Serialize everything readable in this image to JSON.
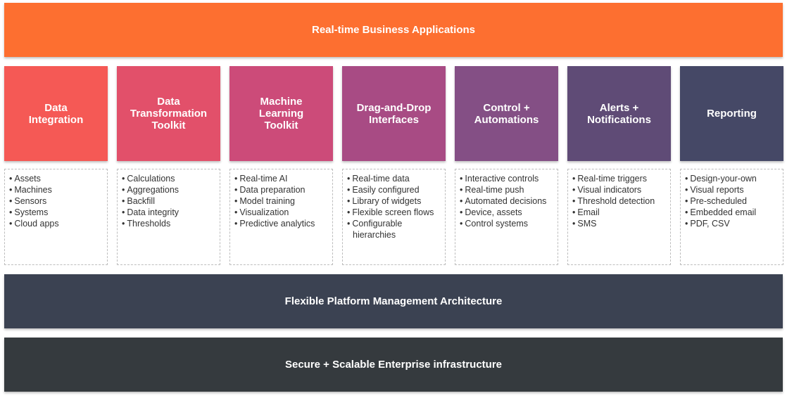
{
  "top_band": {
    "label": "Real-time Business Applications",
    "color": "#fd6f30"
  },
  "middle_band": {
    "label": "Flexible Platform Management Architecture",
    "color": "#3b4252"
  },
  "bottom_band": {
    "label": "Secure + Scalable Enterprise infrastructure",
    "color": "#353a3e"
  },
  "columns": [
    {
      "title": "Data\nIntegration",
      "color": "#f55955",
      "items": [
        "Assets",
        "Machines",
        "Sensors",
        "Systems",
        "Cloud apps"
      ]
    },
    {
      "title": "Data\nTransformation\nToolkit",
      "color": "#e2506a",
      "items": [
        "Calculations",
        "Aggregations",
        "Backfill",
        "Data integrity",
        "Thresholds"
      ]
    },
    {
      "title": "Machine\nLearning\nToolkit",
      "color": "#cc4b79",
      "items": [
        "Real-time AI",
        "Data preparation",
        "Model training",
        "Visualization",
        "Predictive analytics"
      ]
    },
    {
      "title": "Drag-and-Drop\nInterfaces",
      "color": "#a84b84",
      "items": [
        "Real-time data",
        "Easily configured",
        "Library of widgets",
        "Flexible screen flows",
        "Configurable hierarchies"
      ]
    },
    {
      "title": "Control +\nAutomations",
      "color": "#844f85",
      "items": [
        "Interactive controls",
        "Real-time push",
        "Automated decisions",
        "Device, assets",
        "Control systems"
      ]
    },
    {
      "title": "Alerts +\nNotifications",
      "color": "#5f4b76",
      "items": [
        "Real-time triggers",
        "Visual indicators",
        "Threshold detection",
        "Email",
        "SMS"
      ]
    },
    {
      "title": "Reporting",
      "color": "#454866",
      "items": [
        "Design-your-own",
        "Visual reports",
        "Pre-scheduled",
        "Embedded email",
        "PDF, CSV"
      ]
    }
  ]
}
